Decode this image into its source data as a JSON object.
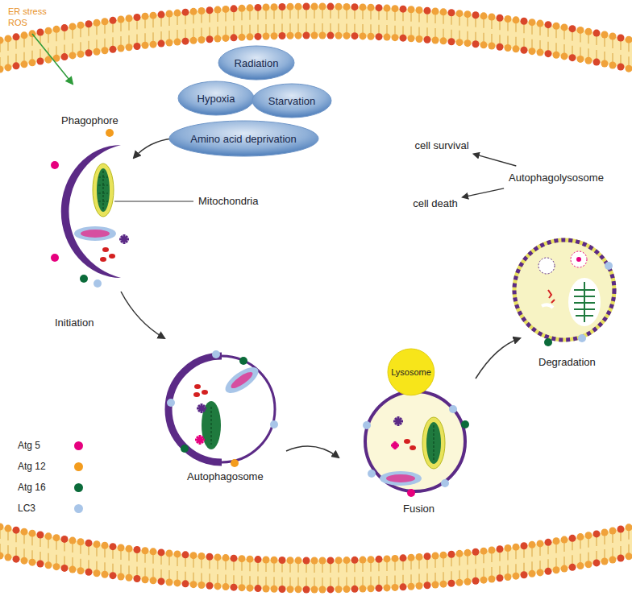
{
  "diagram": {
    "nodes": [
      {
        "text": [
          "Radiation"
        ]
      },
      {
        "text": [
          "Hypoxia"
        ]
      },
      {
        "text": [
          "Starvation"
        ]
      },
      {
        "text": [
          "Amino acid deprivation"
        ]
      },
      {
        "text": [
          "cell survival"
        ]
      },
      {
        "text": [
          "Autophagolysosome"
        ]
      },
      {
        "text": [
          "cell death"
        ]
      },
      {
        "text": [
          "Lysosome"
        ]
      }
    ],
    "edges": [
      {
        "from": 5,
        "to": 4,
        "arrow": "to"
      },
      {
        "from": 5,
        "to": 6,
        "arrow": "to"
      }
    ],
    "labels": [
      "ER stress",
      "ROS",
      "Phagophore",
      "Mitochondria",
      "Initiation",
      "Autophagosome",
      "Fusion",
      "Degradation"
    ],
    "legend": [
      {
        "text": "Atg 5",
        "color": "#e6007e"
      },
      {
        "text": "Atg 12",
        "color": "#f39c1e"
      },
      {
        "text": "Atg 16",
        "color": "#0b6b3a"
      },
      {
        "text": "LC3",
        "color": "#a8c5e8"
      }
    ]
  }
}
